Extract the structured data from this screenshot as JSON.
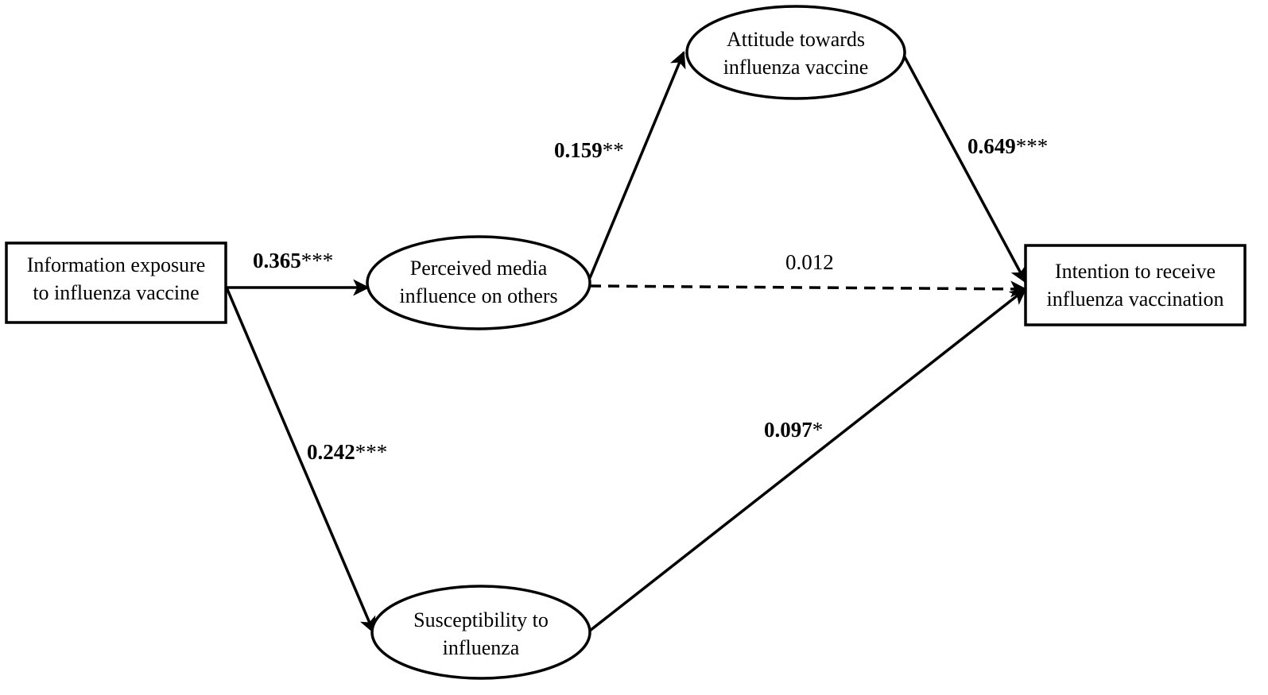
{
  "nodes": {
    "info_exposure": {
      "line1": "Information exposure",
      "line2": "to influenza vaccine"
    },
    "perceived_media": {
      "line1": "Perceived media",
      "line2": "influence on others"
    },
    "attitude": {
      "line1": "Attitude towards",
      "line2": "influenza vaccine"
    },
    "susceptibility": {
      "line1": "Susceptibility to",
      "line2": "influenza"
    },
    "intention": {
      "line1": "Intention to receive",
      "line2": "influenza vaccination"
    }
  },
  "paths": {
    "exposure_to_media": {
      "value": "0.365",
      "sig": "***"
    },
    "exposure_to_susceptibility": {
      "value": "0.242",
      "sig": "***"
    },
    "media_to_attitude": {
      "value": "0.159",
      "sig": "**"
    },
    "attitude_to_intention": {
      "value": "0.649",
      "sig": "***"
    },
    "media_to_intention": {
      "value": "0.012",
      "sig": ""
    },
    "susceptibility_to_intention": {
      "value": "0.097",
      "sig": "*"
    }
  }
}
